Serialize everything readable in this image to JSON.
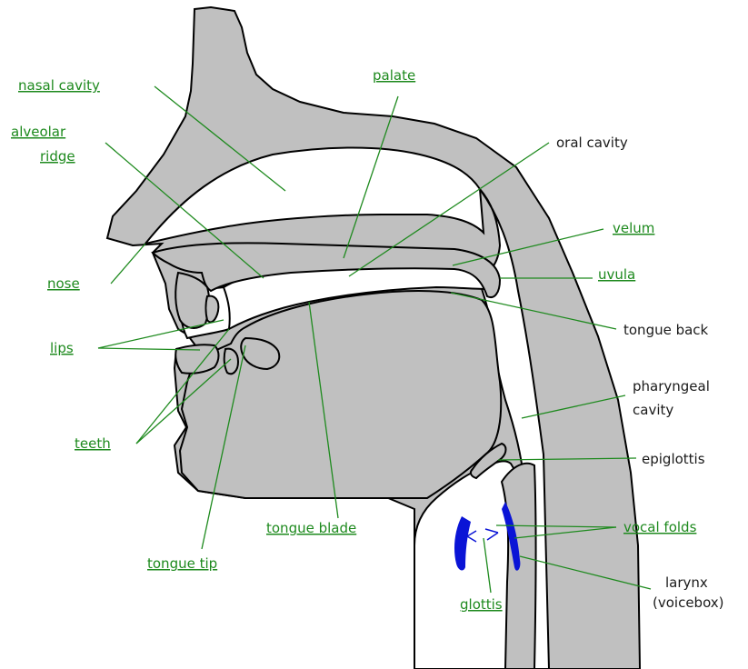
{
  "colors": {
    "tissue": "#c0c0c0",
    "outline": "#000000",
    "link": "#1e8a1e",
    "plain_text": "#1a1a1a",
    "vocal_folds": "#0a14d6"
  },
  "labels": {
    "nasal_cavity": "nasal cavity",
    "alveolar_ridge_1": "alveolar",
    "alveolar_ridge_2": "ridge",
    "palate": "palate",
    "oral_cavity": "oral cavity",
    "velum": "velum",
    "uvula": "uvula",
    "nose": "nose",
    "lips": "lips",
    "tongue_back": "tongue back",
    "pharyngeal_cavity_1": "pharyngeal",
    "pharyngeal_cavity_2": "cavity",
    "teeth": "teeth",
    "epiglottis": "epiglottis",
    "tongue_blade": "tongue blade",
    "vocal_folds": "vocal folds",
    "tongue_tip": "tongue tip",
    "larynx_1": "larynx",
    "larynx_2": "(voicebox)",
    "glottis": "glottis"
  }
}
